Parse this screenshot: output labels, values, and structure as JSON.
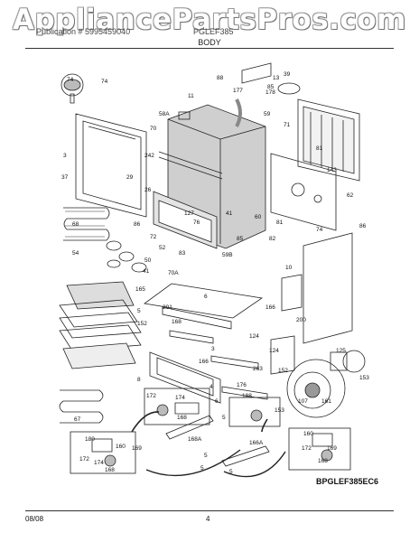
{
  "header": {
    "watermark": "AppliancePartsPros.com",
    "section_left": "Publication # 5995459040",
    "section_mid": "PGLEF385",
    "section_title": "BODY"
  },
  "diagram": {
    "code": "BPGLEF385EC6",
    "callouts": [
      "74",
      "74",
      "88",
      "13",
      "39",
      "85",
      "178",
      "11",
      "177",
      "59",
      "58A",
      "70",
      "71",
      "3",
      "242",
      "81",
      "143",
      "37",
      "29",
      "26",
      "127",
      "41",
      "86",
      "76",
      "72",
      "60",
      "81",
      "62",
      "74",
      "86",
      "68",
      "54",
      "52",
      "50",
      "41",
      "83",
      "85",
      "59B",
      "82",
      "70A",
      "10",
      "165",
      "6",
      "5",
      "152",
      "201",
      "166",
      "168",
      "124",
      "3",
      "200",
      "166",
      "124",
      "263",
      "125",
      "153",
      "152",
      "4",
      "8",
      "172",
      "174",
      "168",
      "161",
      "107",
      "67",
      "6",
      "5",
      "176",
      "188",
      "153",
      "168A",
      "180",
      "160",
      "166A",
      "172",
      "174",
      "168",
      "5",
      "169",
      "160",
      "172",
      "168",
      "169",
      "5",
      "5"
    ]
  },
  "footer": {
    "date": "08/08",
    "page": "4"
  }
}
